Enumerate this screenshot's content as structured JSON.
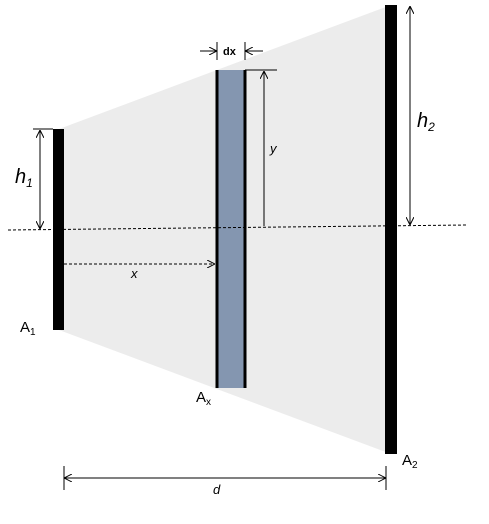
{
  "labels": {
    "h1_main": "h",
    "h1_sub": "1",
    "h2_main": "h",
    "h2_sub": "2",
    "y": "y",
    "x": "x",
    "dx": "dx",
    "d": "d",
    "a1_main": "A",
    "a1_sub": "1",
    "ax_main": "A",
    "ax_sub": "x",
    "a2_main": "A",
    "a2_sub": "2"
  },
  "colors": {
    "trapezoid_fill": "#ececec",
    "slice_fill": "#8496b0",
    "plate": "#000000",
    "lines": "#000000"
  }
}
